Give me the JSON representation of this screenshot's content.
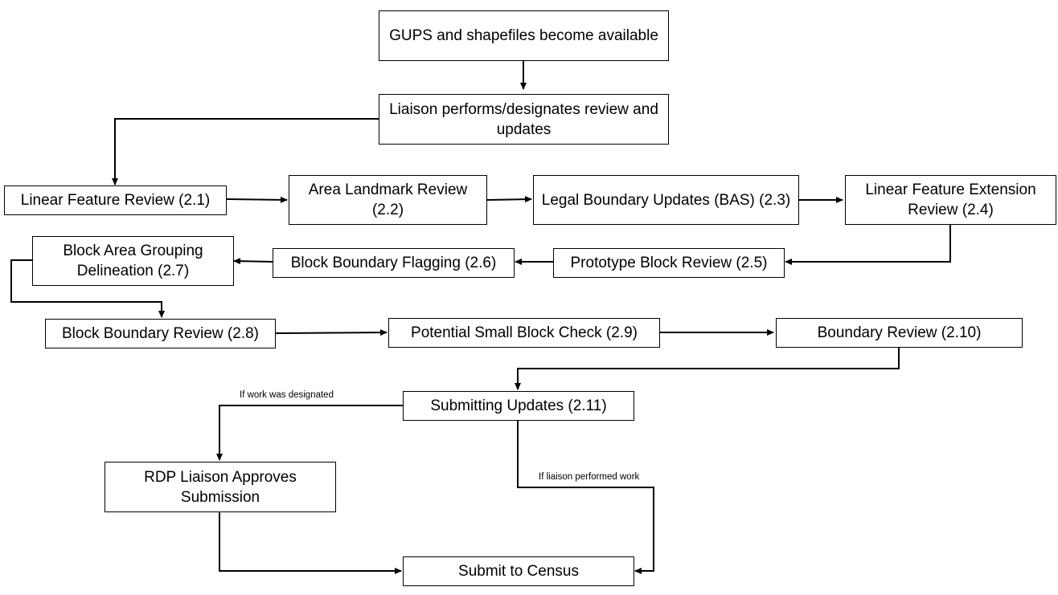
{
  "nodes": {
    "gups": "GUPS and shapefiles become available",
    "liaison_review": "Liaison performs/designates review and updates",
    "linear_feature": "Linear Feature Review (2.1)",
    "area_landmark": "Area Landmark Review (2.2)",
    "legal_boundary": "Legal Boundary Updates (BAS) (2.3)",
    "linear_extension": "Linear Feature Extension Review (2.4)",
    "prototype_block": "Prototype Block Review (2.5)",
    "block_flagging": "Block Boundary Flagging (2.6)",
    "bag_delineation": "Block Area Grouping Delineation (2.7)",
    "block_boundary_review": "Block Boundary Review (2.8)",
    "small_block": "Potential Small Block Check (2.9)",
    "boundary_review": "Boundary Review (2.10)",
    "submitting": "Submitting Updates (2.11)",
    "rdp_approves": "RDP Liaison Approves Submission",
    "submit_census": "Submit to Census"
  },
  "edge_labels": {
    "designated": "If work was designated",
    "performed": "If liaison performed work"
  }
}
